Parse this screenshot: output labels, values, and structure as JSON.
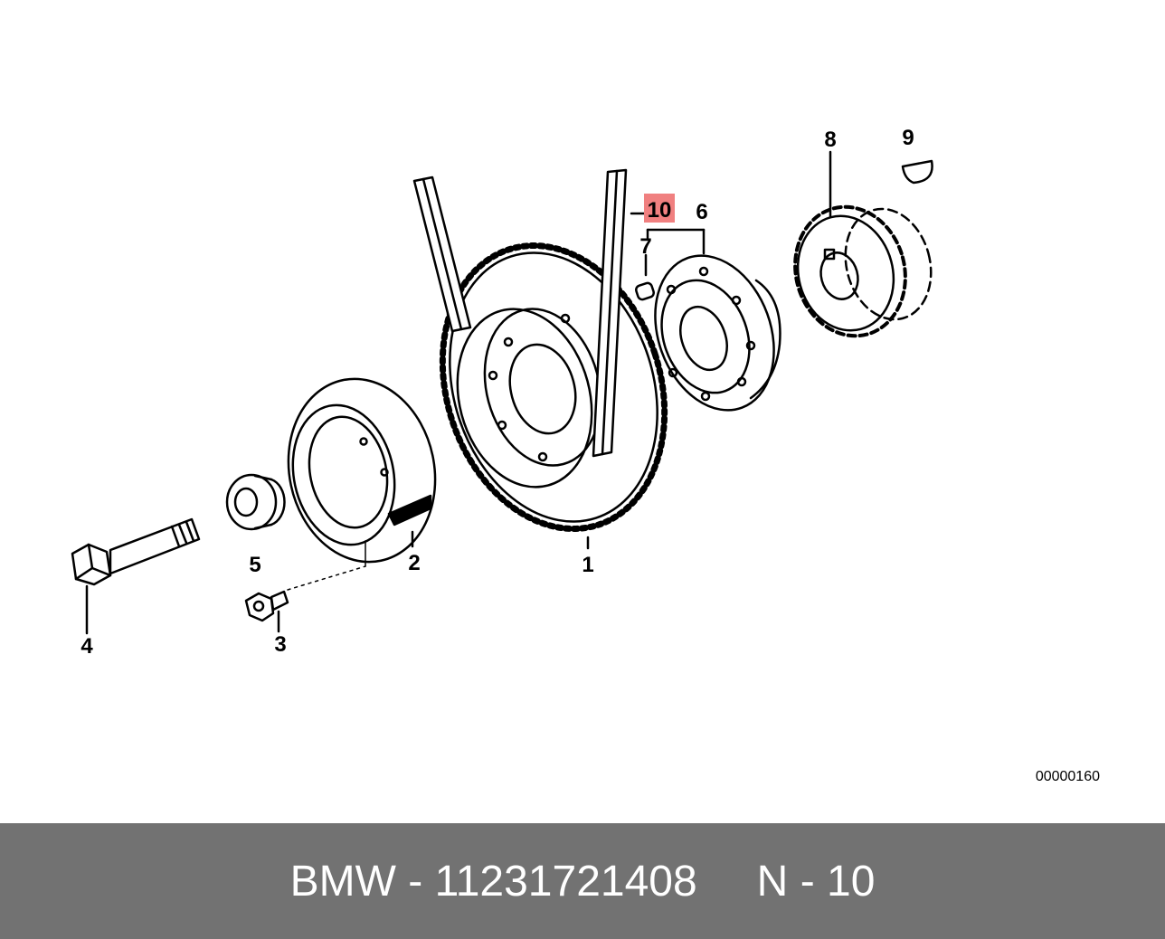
{
  "diagram": {
    "callouts": [
      {
        "id": "1",
        "label": "1"
      },
      {
        "id": "2",
        "label": "2"
      },
      {
        "id": "3",
        "label": "3"
      },
      {
        "id": "4",
        "label": "4"
      },
      {
        "id": "5",
        "label": "5"
      },
      {
        "id": "6",
        "label": "6"
      },
      {
        "id": "7",
        "label": "7"
      },
      {
        "id": "8",
        "label": "8"
      },
      {
        "id": "9",
        "label": "9"
      },
      {
        "id": "10",
        "label": "10",
        "highlighted": true
      }
    ],
    "reference_number": "00000160",
    "highlight_color": "#f08080"
  },
  "footer": {
    "brand": "BMW",
    "separator": "-",
    "part_number": "11231721408",
    "position_prefix": "N",
    "position_number": "10",
    "background_color": "#727272",
    "text_color": "#ffffff"
  }
}
